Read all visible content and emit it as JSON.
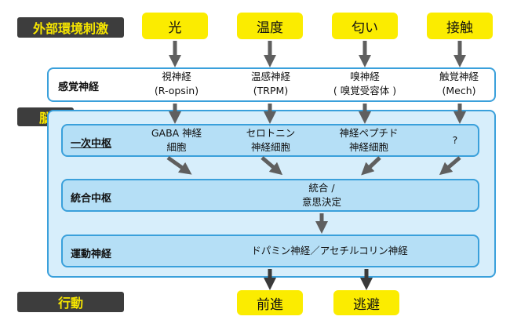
{
  "labels": {
    "external": "外部環境刺激",
    "brain": "脳",
    "behavior": "行動"
  },
  "stimuli": [
    "光",
    "温度",
    "匂い",
    "接触"
  ],
  "sensory": {
    "label": "感覚神経",
    "cells": [
      "視神経\n(R-opsin)",
      "温感神経\n(TRPM)",
      "嗅神経\n( 嗅覚受容体 )",
      "触覚神経\n(Mech)"
    ]
  },
  "primary": {
    "label": "一次中枢",
    "cells": [
      "GABA 神経\n細胞",
      "セロトニン\n神経細胞",
      "神経ペプチド\n神経細胞",
      "?"
    ]
  },
  "integration": {
    "label": "統合中枢",
    "text": "統合 /\n意思決定"
  },
  "motor": {
    "label": "運動神経",
    "text": "ドパミン神経／アセチルコリン神経"
  },
  "behaviors": [
    "前進",
    "逃避"
  ],
  "colors": {
    "yellow": "#fbec00",
    "dark": "#3d3d3d",
    "blue_border": "#3aa0db",
    "brain_fill": "#d7eefb",
    "inner_fill": "#b5dff6",
    "gray_arrow": "#5f5f5f",
    "dark_arrow": "#3a3a3a"
  }
}
